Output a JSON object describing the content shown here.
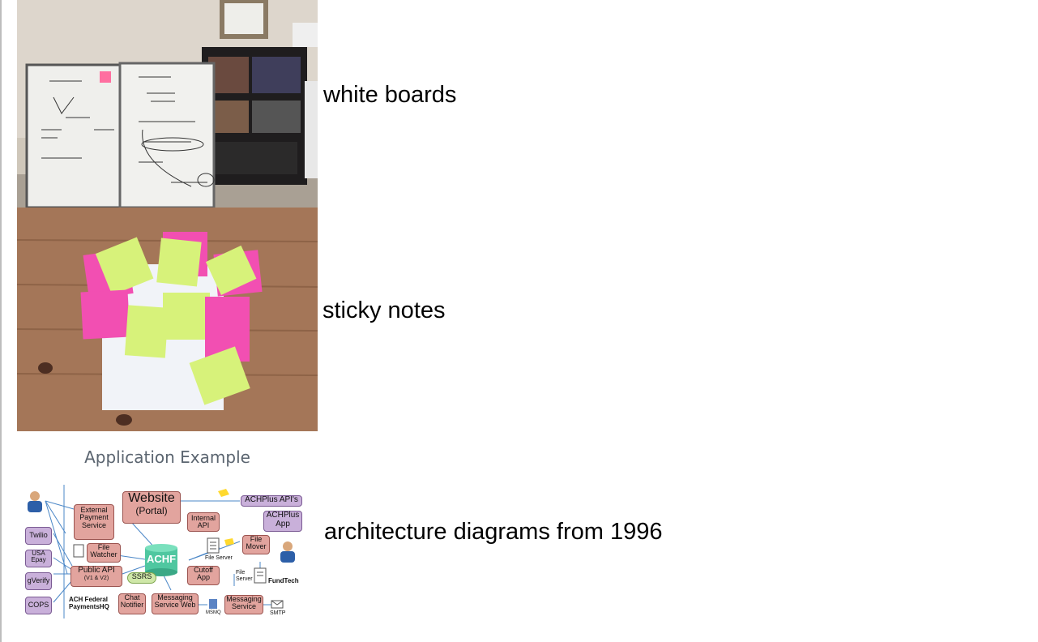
{
  "captions": {
    "whiteboards": "white boards",
    "sticky_notes": "sticky notes",
    "architecture": "architecture diagrams from 1996"
  },
  "diagram": {
    "title": "Application Example",
    "nodes": {
      "website": "Website",
      "portal": "(Portal)",
      "external_payment": "External Payment Service",
      "internal_api": "Internal API",
      "achplus_apis": "ACHPlus API's",
      "achplus_app": "ACHPlus App",
      "twilio": "Twilio",
      "usa_epay": "USA Epay",
      "gverify": "gVerify",
      "cops": "COPS",
      "file_watcher": "File Watcher",
      "achf": "ACHF",
      "ssrs": "SSRS",
      "file_server": "File Server",
      "file_mover": "File Mover",
      "cutoff_app": "Cutoff App",
      "public_api": "Public API",
      "public_api_ver": "(V1 & V2)",
      "fundtech": "FundTech",
      "file_server_2": "File Server",
      "ach_federal": "ACH Federal",
      "paymentshq": "PaymentsHQ",
      "chat_notifier": "Chat Notifier",
      "messaging_service_web": "Messaging Service Web",
      "msmq": "MSMQ",
      "messaging_service": "Messaging Service",
      "smtp": "SMTP"
    }
  },
  "colors": {
    "component": "#e2a49e",
    "external": "#c9b0da",
    "database": "#4fc7a0"
  }
}
